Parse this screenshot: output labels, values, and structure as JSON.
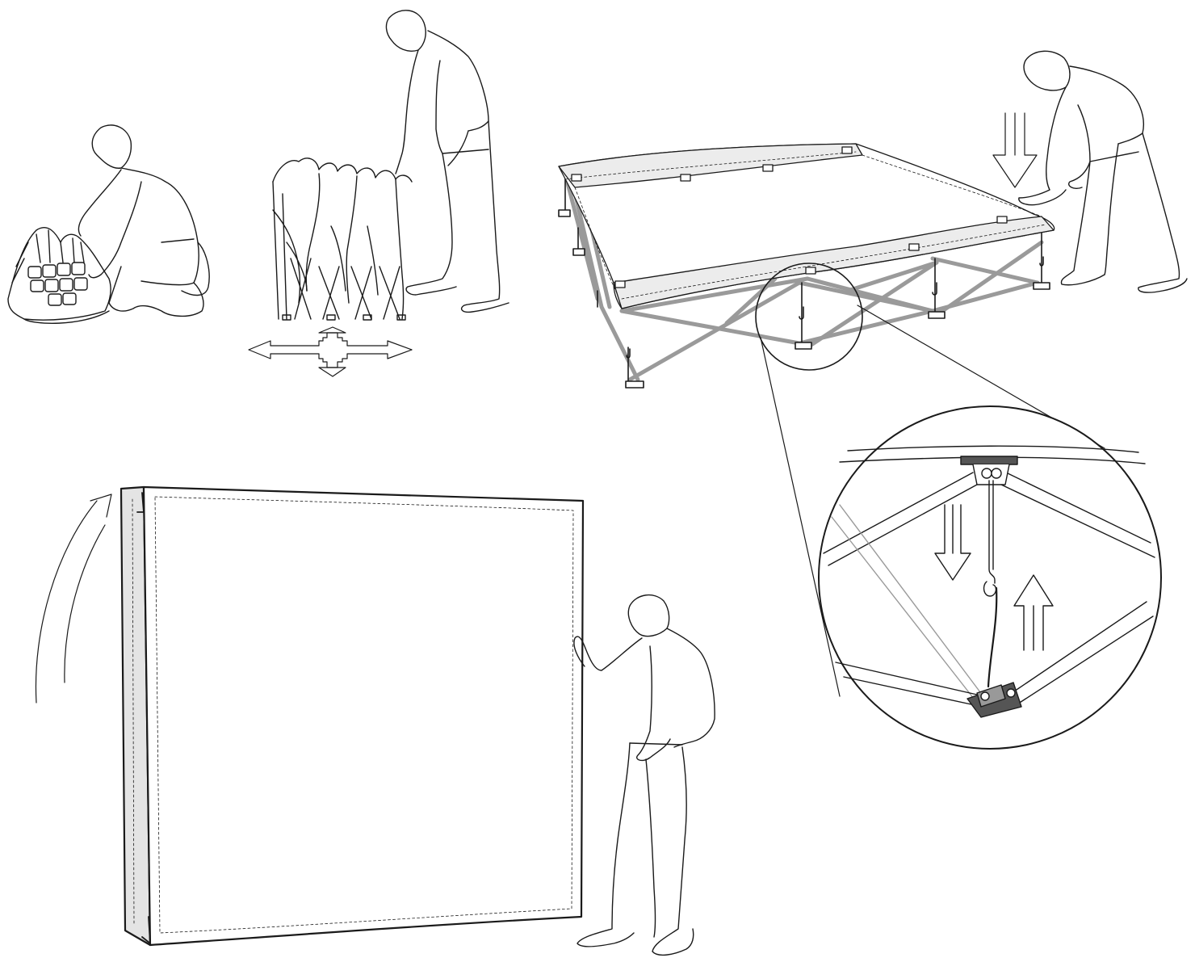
{
  "colors": {
    "line": "#1a1a1a",
    "frame_gray": "#9a9a9a",
    "canopy_fill": "#ececec",
    "panel_edge_fill": "#e4e4e4",
    "dark_part": "#555555",
    "background": "#ffffff"
  },
  "steps": [
    {
      "name": "unpack-frame",
      "icon": "kneeling-person-icon"
    },
    {
      "name": "expand-frame",
      "icon": "standing-person-icon"
    },
    {
      "name": "attach-canopy",
      "icon": "frame-with-canopy-icon"
    },
    {
      "name": "hook-detail",
      "icon": "magnifier-detail-icon"
    },
    {
      "name": "raise-wall-panel",
      "icon": "wall-panel-icon"
    }
  ]
}
